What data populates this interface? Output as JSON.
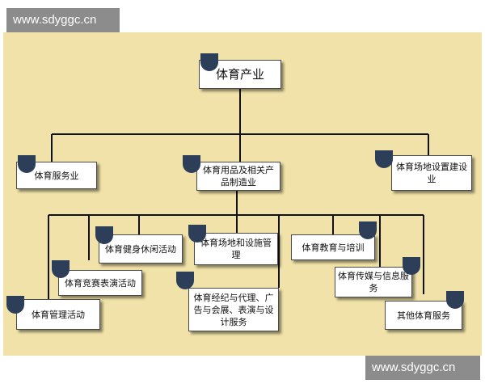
{
  "watermark": {
    "top": "www.sdyggc.cn",
    "bottom": "www.sdyggc.cn"
  },
  "colors": {
    "background": "#f0e2a8",
    "node_fill": "#ffffff",
    "tab": "#2d3e58",
    "watermark_bg": "#8c8c8c"
  },
  "diagram": {
    "root": "体育产业",
    "level1": {
      "service": "体育服务业",
      "goods": "体育用品及相关产品制造业",
      "facilities": "体育场地设置建设业"
    },
    "level2": {
      "fitness": "体育健身休闲活动",
      "venue_mgmt": "体育场地和设施管理",
      "education": "体育教育与培训",
      "competition": "体育竞赛表演活动",
      "media": "体育传媒与信息服务",
      "agency": "体育经纪与代理、广告与会展、表演与设计服务",
      "management": "体育管理活动",
      "other": "其他体育服务"
    }
  }
}
